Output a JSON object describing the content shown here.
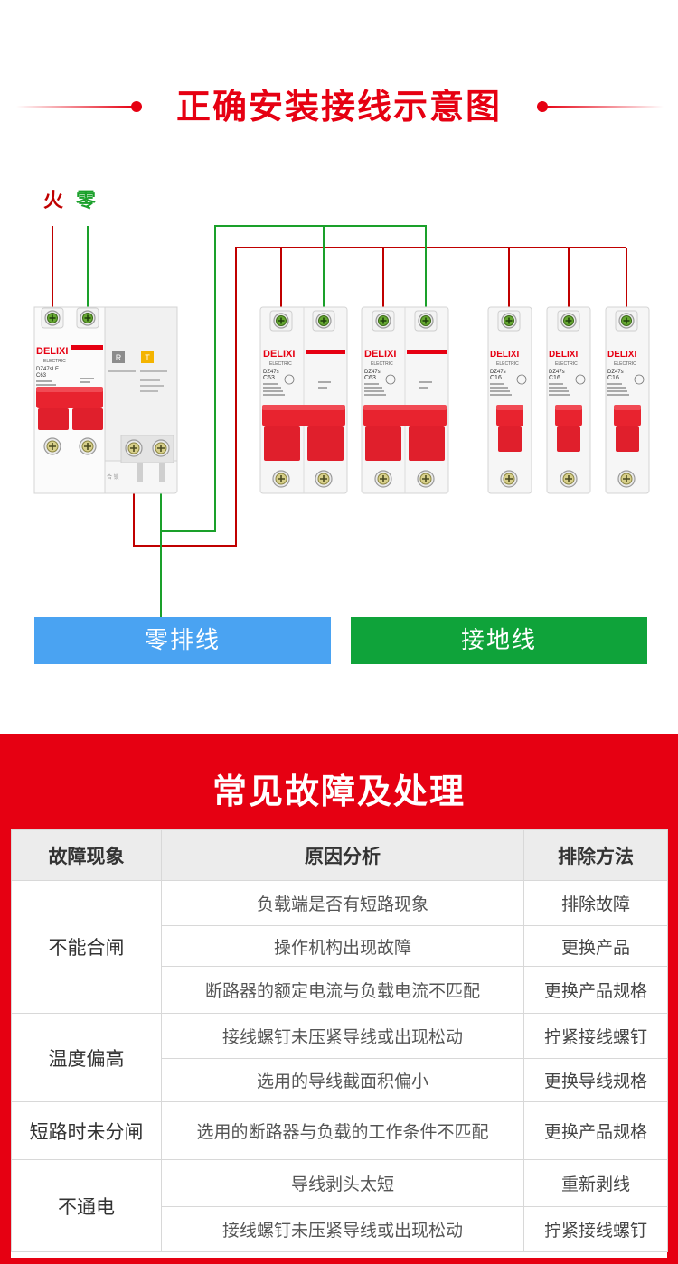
{
  "header": {
    "title": "正确安装接线示意图"
  },
  "wire_labels": {
    "fire": "火",
    "zero": "零"
  },
  "colors": {
    "brand_red": "#e60012",
    "live_wire": "#c00000",
    "neutral_wire": "#1aa02a",
    "neutral_bar": "#4aa3f2",
    "ground_bar": "#0fa33a"
  },
  "breakers": [
    {
      "brand": "DELIXI",
      "sub": "ELECTRIC",
      "model": "DZ47sLE",
      "rating": "C63",
      "test_r": "R",
      "test_t": "T",
      "lock_text": "合   锁"
    },
    {
      "brand": "DELIXI",
      "sub": "ELECTRIC",
      "model": "DZ47s",
      "rating": "C63"
    },
    {
      "brand": "DELIXI",
      "sub": "ELECTRIC",
      "model": "DZ47s",
      "rating": "C63"
    },
    {
      "brand": "DELIXI",
      "sub": "ELECTRIC",
      "model": "DZ47s",
      "rating": "C16"
    },
    {
      "brand": "DELIXI",
      "sub": "ELECTRIC",
      "model": "DZ47s",
      "rating": "C16"
    },
    {
      "brand": "DELIXI",
      "sub": "ELECTRIC",
      "model": "DZ47s",
      "rating": "C16"
    }
  ],
  "bars": {
    "neutral": "零排线",
    "ground": "接地线"
  },
  "fault": {
    "title": "常见故障及处理",
    "headers": [
      "故障现象",
      "原因分析",
      "排除方法"
    ],
    "groups": [
      {
        "symptom": "不能合闸",
        "rows": [
          {
            "cause": "负载端是否有短路现象",
            "fix": "排除故障"
          },
          {
            "cause": "操作机构出现故障",
            "fix": "更换产品"
          },
          {
            "cause": "断路器的额定电流与负载电流不匹配",
            "fix": "更换产品规格"
          }
        ]
      },
      {
        "symptom": "温度偏高",
        "rows": [
          {
            "cause": "接线螺钉未压紧导线或出现松动",
            "fix": "拧紧接线螺钉"
          },
          {
            "cause": "选用的导线截面积偏小",
            "fix": "更换导线规格"
          }
        ]
      },
      {
        "symptom": "短路时未分闸",
        "rows": [
          {
            "cause": "选用的断路器与负载的工作条件不匹配",
            "fix": "更换产品规格"
          }
        ]
      },
      {
        "symptom": "不通电",
        "rows": [
          {
            "cause": "导线剥头太短",
            "fix": "重新剥线"
          },
          {
            "cause": "接线螺钉未压紧导线或出现松动",
            "fix": "拧紧接线螺钉"
          }
        ]
      }
    ]
  }
}
